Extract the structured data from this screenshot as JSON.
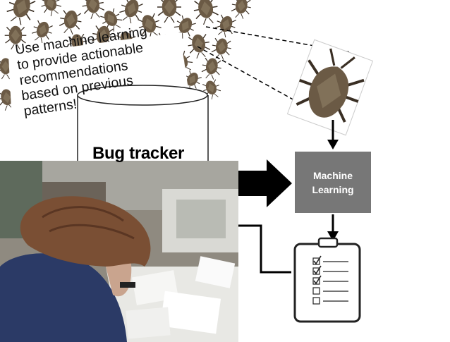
{
  "callout": {
    "lines": [
      "Use machine learning",
      "to provide actionable",
      "recommendations",
      "based on previous",
      "patterns!"
    ]
  },
  "bug_tracker": {
    "label": "Bug tracker"
  },
  "machine_learning": {
    "line1": "Machine",
    "line2": "Learning"
  },
  "colors": {
    "ml_box": "#777777",
    "arrow": "#000000",
    "bug_body": "#6b5a45",
    "bug_shadow": "#3a2f24",
    "clipboard": "#ffffff"
  },
  "checklist": {
    "checked": [
      true,
      true,
      true,
      false,
      false
    ]
  },
  "icons": [
    "bug-swarm",
    "bug-closeup",
    "clipboard-icon",
    "checkbox-icon",
    "arrow-right-icon",
    "arrow-down-icon"
  ]
}
